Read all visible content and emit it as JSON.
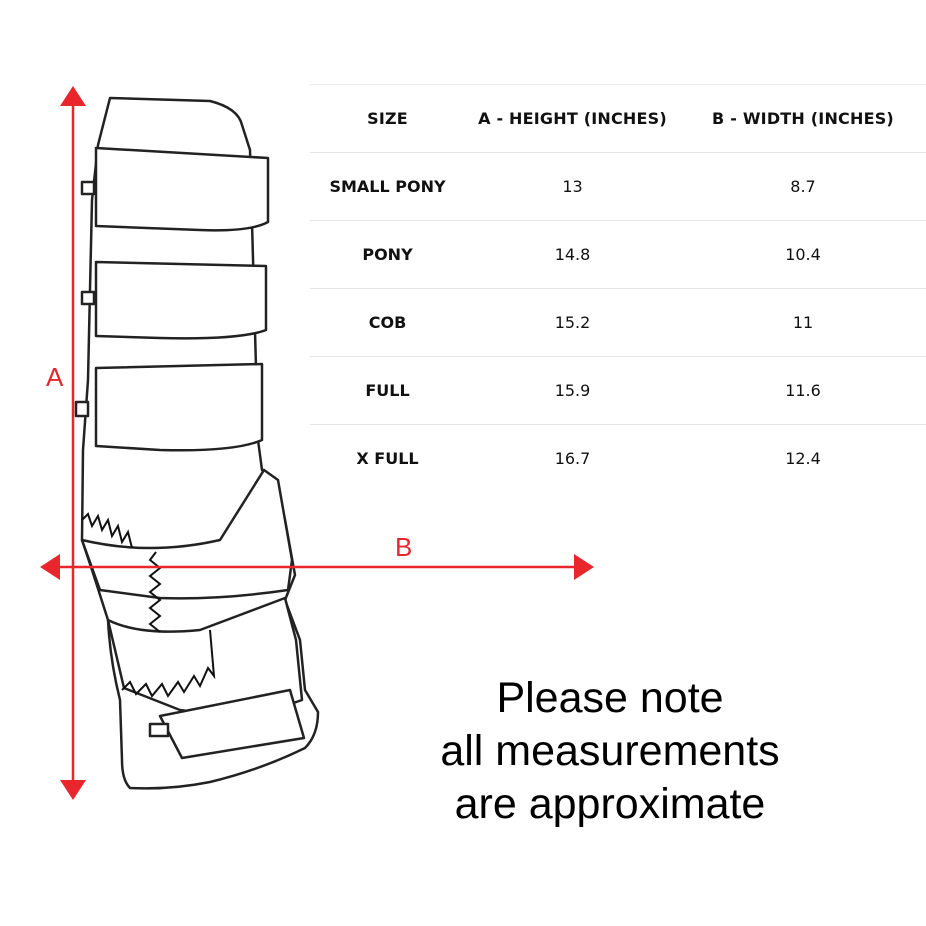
{
  "dimension_labels": {
    "height": "A",
    "width": "B"
  },
  "colors": {
    "measure_red": "#e8262b",
    "outline": "#222222"
  },
  "table": {
    "headers": [
      "SIZE",
      "A - HEIGHT (INCHES)",
      "B - WIDTH (INCHES)"
    ],
    "rows": [
      {
        "size": "SMALL PONY",
        "height": "13",
        "width": "8.7"
      },
      {
        "size": "PONY",
        "height": "14.8",
        "width": "10.4"
      },
      {
        "size": "COB",
        "height": "15.2",
        "width": "11"
      },
      {
        "size": "FULL",
        "height": "15.9",
        "width": "11.6"
      },
      {
        "size": "X FULL",
        "height": "16.7",
        "width": "12.4"
      }
    ]
  },
  "note": {
    "line1": "Please note",
    "line2": "all measurements",
    "line3": "are approximate"
  }
}
